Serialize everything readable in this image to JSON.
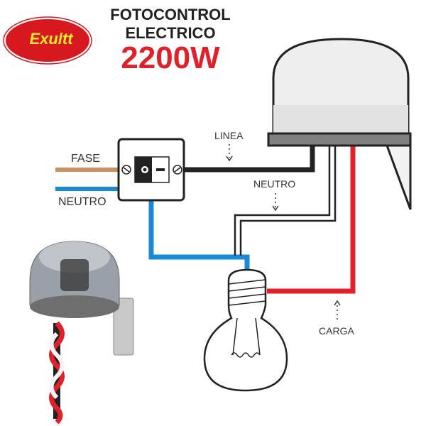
{
  "brand": {
    "logo": "Exultt"
  },
  "header": {
    "line1": "FOTOCONTROL",
    "line2": "ELECTRICO",
    "power": "2200W"
  },
  "labels": {
    "fase": "FASE",
    "neutro_in": "NEUTRO",
    "linea": "LINEA",
    "neutro": "NEUTRO",
    "carga": "CARGA"
  },
  "colors": {
    "fase": "#c8915f",
    "neutro": "#1a8ad4",
    "linea": "#222222",
    "carga": "#e0202a",
    "brand_red": "#d7191f",
    "brand_yellow": "#ffe82a"
  }
}
